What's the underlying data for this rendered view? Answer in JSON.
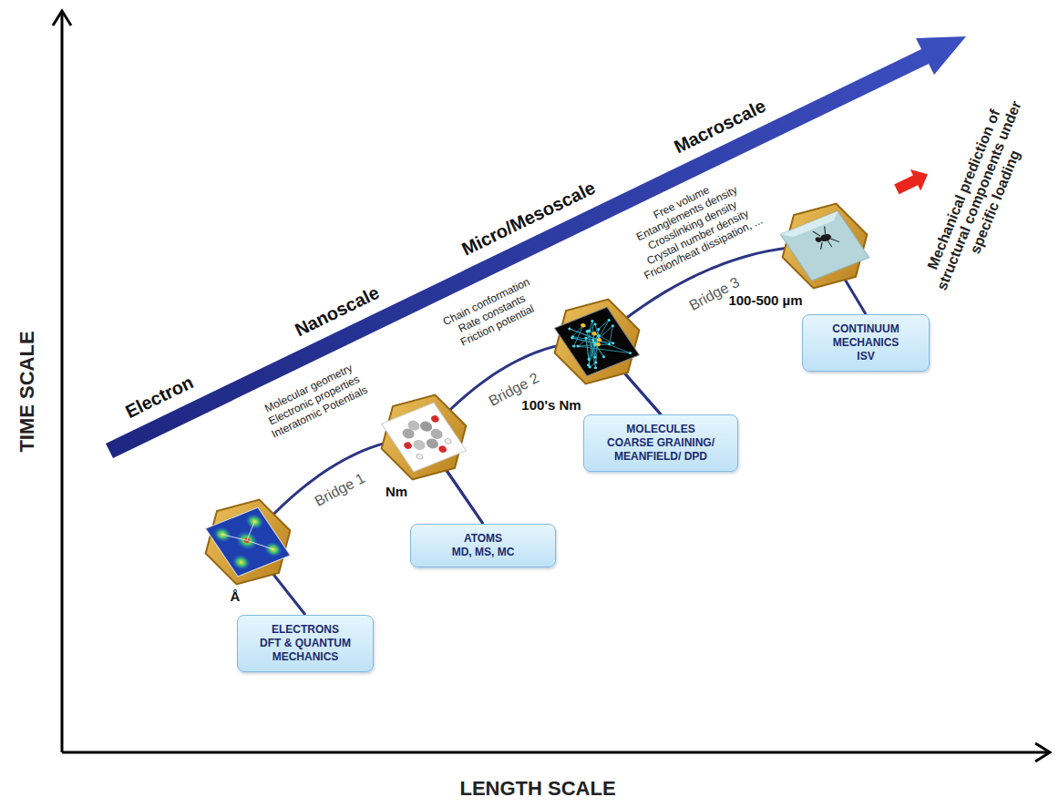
{
  "diagram": {
    "nodes": [
      {
        "text": [
          "ELECTRONS",
          "DFT & QUANTUM MECHANICS"
        ]
      },
      {
        "text": [
          "ATOMS",
          "MD, MS, MC"
        ]
      },
      {
        "text": [
          "MOLECULES",
          "COARSE GRAINING/ MEANFIELD/ DPD"
        ]
      },
      {
        "text": [
          "CONTINUUM MECHANICS",
          "ISV"
        ]
      }
    ],
    "edges": [
      {
        "from": 0,
        "to": 1,
        "arrow": "none",
        "label": "Bridge 1"
      },
      {
        "from": 1,
        "to": 2,
        "arrow": "none",
        "label": "Bridge 2"
      },
      {
        "from": 2,
        "to": 3,
        "arrow": "none",
        "label": "Bridge 3"
      }
    ],
    "labels": [
      "TIME SCALE",
      "LENGTH SCALE",
      "Electron",
      "Nanoscale",
      "Micro/Mesoscale",
      "Macroscale",
      "Molecular geometry",
      "Electronic properties",
      "Interatomic Potentials",
      "Chain conformation",
      "Rate constants",
      "Friction potential",
      "Free volume",
      "Entanglements density",
      "Crosslinking density",
      "Crystal number density",
      "Friction/heat dissipation, ...",
      "Å",
      "Nm",
      "100's Nm",
      "100-500 µm",
      "Mechanical prediction of structural components under specific loading"
    ]
  }
}
